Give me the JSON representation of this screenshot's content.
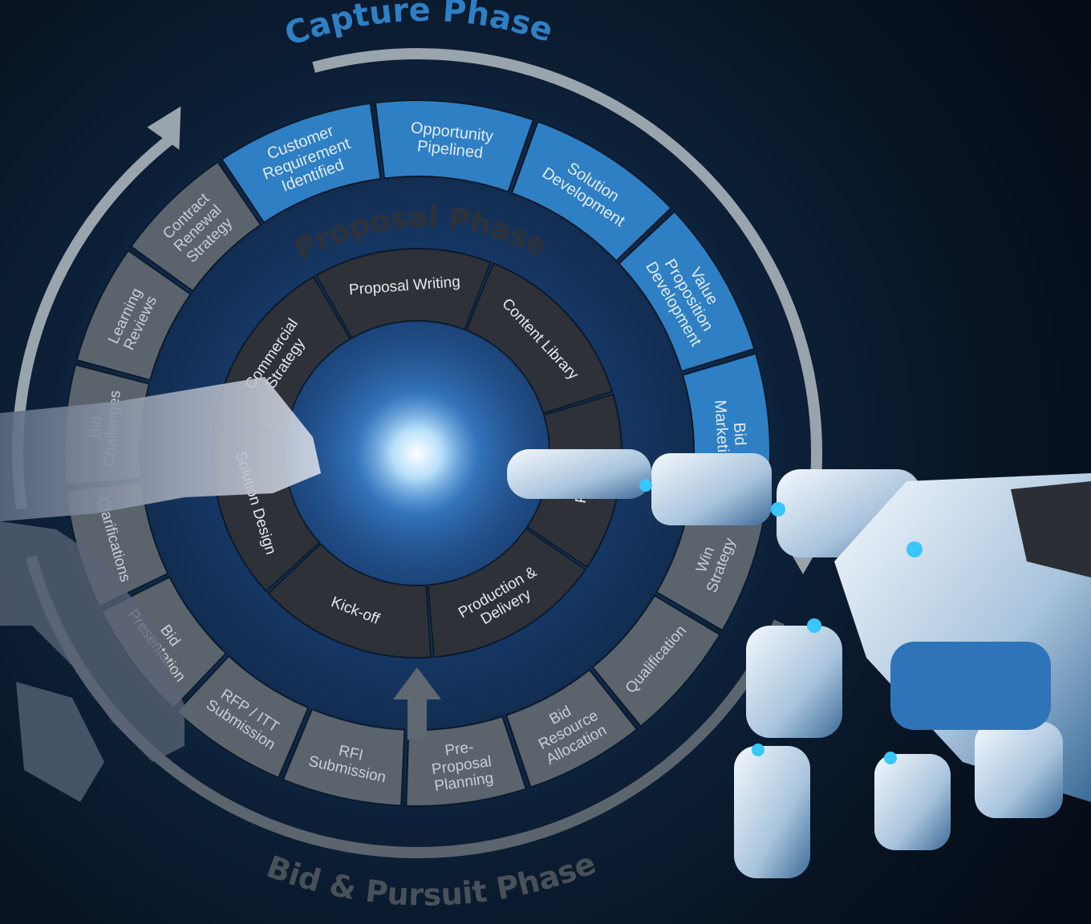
{
  "phases": {
    "capture": "Capture Phase",
    "proposal": "Proposal Phase",
    "bid": "Bid & Pursuit Phase"
  },
  "capture_segments": [
    [
      "Customer",
      "Requirement",
      "Identified"
    ],
    [
      "Opportunity",
      "Pipelined"
    ],
    [
      "Solution",
      "Development"
    ],
    [
      "Value",
      "Proposition",
      "Development"
    ],
    [
      "Bid",
      "Marketing"
    ]
  ],
  "bid_segments": [
    [
      "Win",
      "Strategy"
    ],
    [
      "Qualification"
    ],
    [
      "Bid",
      "Resource",
      "Allocation"
    ],
    [
      "Pre-",
      "Proposal",
      "Planning"
    ],
    [
      "RFI",
      "Submission"
    ],
    [
      "RFP / ITT",
      "Submission"
    ],
    [
      "Bid",
      "Presentation"
    ],
    [
      "Clarifications"
    ],
    [
      "Bid",
      "Challenges"
    ],
    [
      "Learning",
      "Reviews"
    ],
    [
      "Contract",
      "Renewal",
      "Strategy"
    ]
  ],
  "proposal_segments": [
    [
      "Proposal Writing"
    ],
    [
      "Content Library"
    ],
    [
      "Review"
    ],
    [
      "Production &",
      "Delivery"
    ],
    [
      "Kick-off"
    ],
    [
      "Solution Design"
    ],
    [
      "Commercial",
      "Strategy"
    ]
  ],
  "colors": {
    "capture_fill": "#2f7fc4",
    "bid_fill": "#5b636d",
    "proposal_fill": "#2e3238",
    "outer_arrow": "#9aa4ad"
  }
}
